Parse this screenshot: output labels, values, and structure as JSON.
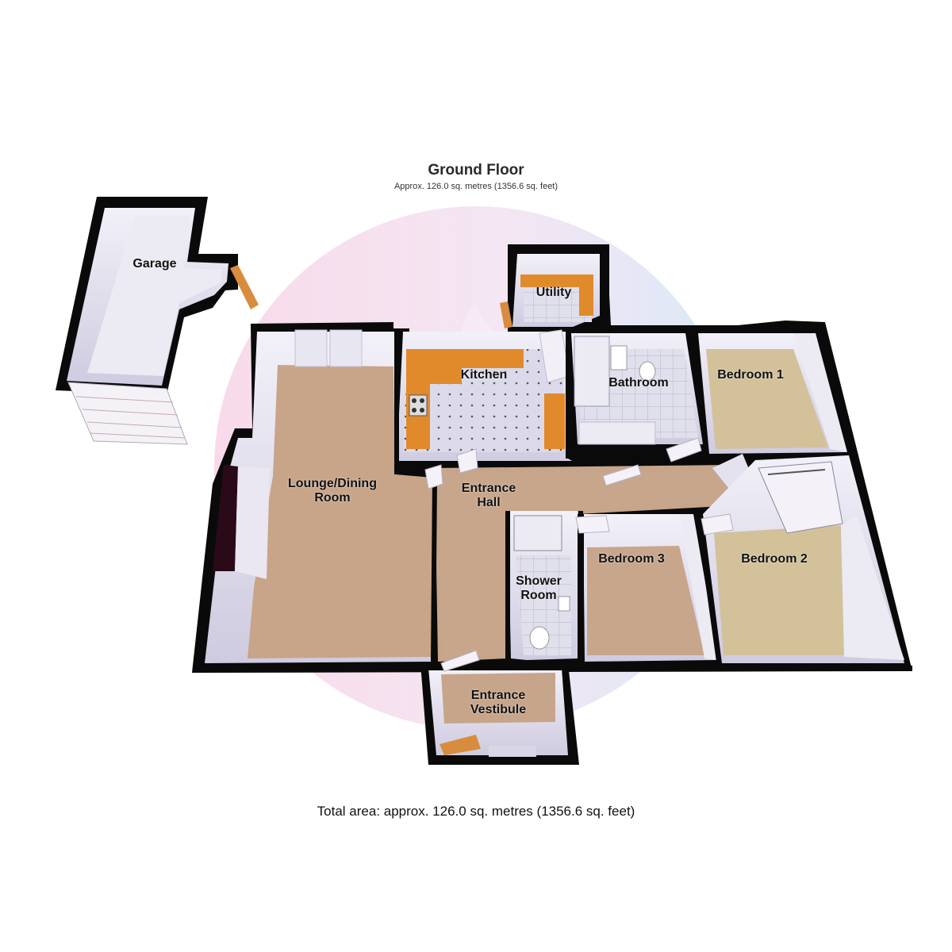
{
  "header": {
    "floor_name": "Ground Floor",
    "floor_area": "Approx. 126.0 sq. metres (1356.6 sq. feet)"
  },
  "footer": {
    "total_area": "Total area: approx. 126.0 sq. metres (1356.6 sq. feet)"
  },
  "rooms": {
    "garage": {
      "line1": "Garage"
    },
    "utility": {
      "line1": "Utility"
    },
    "kitchen": {
      "line1": "Kitchen"
    },
    "bathroom": {
      "line1": "Bathroom"
    },
    "bedroom1": {
      "line1": "Bedroom 1"
    },
    "lounge": {
      "line1": "Lounge/Dining",
      "line2": "Room"
    },
    "entrance_hall": {
      "line1": "Entrance",
      "line2": "Hall"
    },
    "bedroom3": {
      "line1": "Bedroom 3"
    },
    "bedroom2": {
      "line1": "Bedroom 2"
    },
    "shower_room": {
      "line1": "Shower",
      "line2": "Room"
    },
    "vestibule": {
      "line1": "Entrance",
      "line2": "Vestibule"
    }
  },
  "colors": {
    "wall": "#0a0a0a",
    "wall_inner": "#ddd8ea",
    "carpet_lounge": "#c9a88a",
    "carpet_bed": "#d4c39a",
    "hall_floor": "#c7a58a",
    "tile_floor": "#d8d8e6",
    "worktop": "#e08a2c",
    "watermark_pink": "#f4b8d8",
    "watermark_blue": "#b8d4f4",
    "watermark_yellow": "#fde58a"
  }
}
